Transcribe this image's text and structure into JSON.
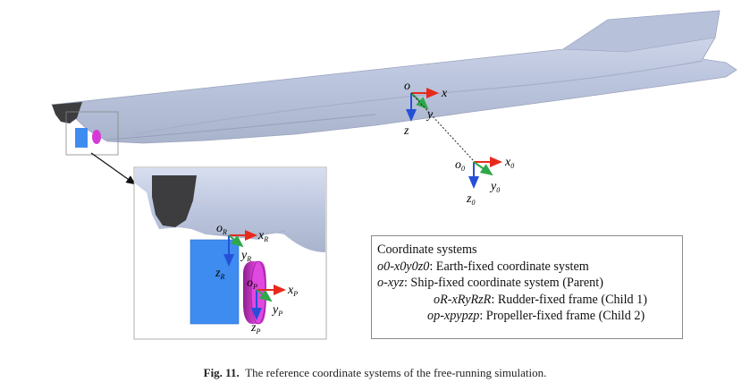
{
  "axes": {
    "ship": {
      "origin": "o",
      "x": "x",
      "y": "y",
      "z": "z"
    },
    "earth": {
      "origin": "o",
      "origin_sub": "0",
      "x": "x",
      "x_sub": "0",
      "y": "y",
      "y_sub": "0",
      "z": "z",
      "z_sub": "0"
    },
    "rudder": {
      "origin": "o",
      "origin_sub": "R",
      "x": "x",
      "x_sub": "R",
      "y": "y",
      "y_sub": "R",
      "z": "z",
      "z_sub": "R"
    },
    "propeller": {
      "origin": "o",
      "origin_sub": "P",
      "x": "x",
      "x_sub": "P",
      "y": "y",
      "y_sub": "P",
      "z": "z",
      "z_sub": "P"
    }
  },
  "legend": {
    "title": "Coordinate systems",
    "rows": [
      {
        "symbol": "o0-x0y0z0",
        "desc": ": Earth-fixed coordinate system"
      },
      {
        "symbol": "o-xyz",
        "desc": ": Ship-fixed coordinate system (Parent)"
      },
      {
        "symbol": "oR-xRyRzR",
        "desc": ": Rudder-fixed frame (Child 1)"
      },
      {
        "symbol": "op-xpypzp",
        "desc": ": Propeller-fixed frame (Child 2)"
      }
    ]
  },
  "caption": {
    "label": "Fig. 11.",
    "text": "The reference coordinate systems of the free-running simulation."
  },
  "colors": {
    "hull": "#c4cde3",
    "hull_shadow": "#9aa3bd",
    "transom": "#3d3d40",
    "rudder": "#3f8cf0",
    "propeller": "#d63ad6",
    "axis_x": "#e8291c",
    "axis_y": "#2ea84a",
    "axis_z": "#2450d8"
  }
}
